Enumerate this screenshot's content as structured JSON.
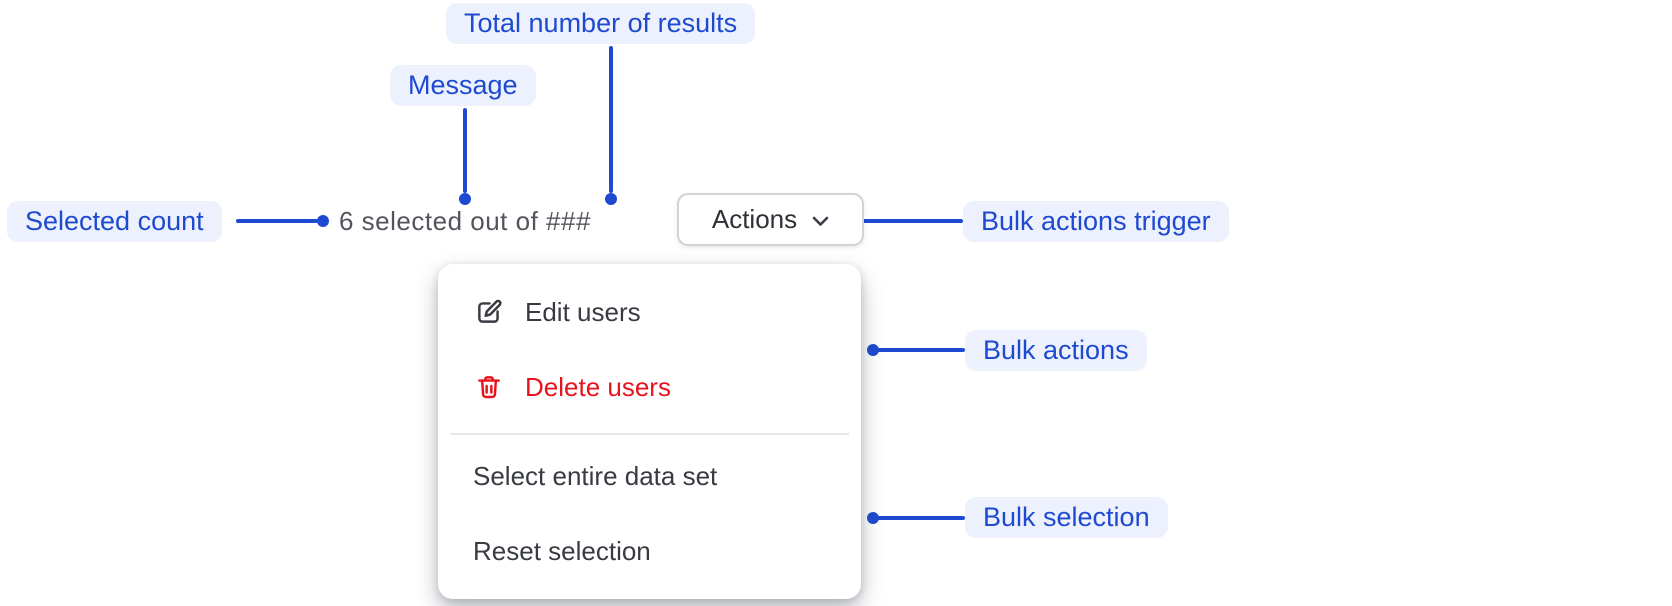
{
  "colors": {
    "accent": "#1d4ad1",
    "pill_bg": "#edf1fd",
    "danger": "#e8141d",
    "menu_text": "#383b42",
    "muted_text": "#54555c"
  },
  "annotations": {
    "total_results": "Total number of results",
    "message": "Message",
    "selected_count": "Selected count",
    "bulk_actions_trigger": "Bulk actions trigger",
    "bulk_actions": "Bulk actions",
    "bulk_selection": "Bulk selection"
  },
  "toolbar": {
    "selection_message": "6 selected out of ###",
    "actions_label": "Actions"
  },
  "menu": {
    "items": [
      {
        "label": "Edit users",
        "icon": "edit-icon"
      },
      {
        "label": "Delete users",
        "icon": "trash-icon"
      },
      {
        "label": "Select entire data set",
        "icon": ""
      },
      {
        "label": "Reset selection",
        "icon": ""
      }
    ]
  },
  "icons": {
    "actions_button": "chevron-down-icon",
    "edit_item": "edit-icon",
    "delete_item": "trash-icon"
  }
}
